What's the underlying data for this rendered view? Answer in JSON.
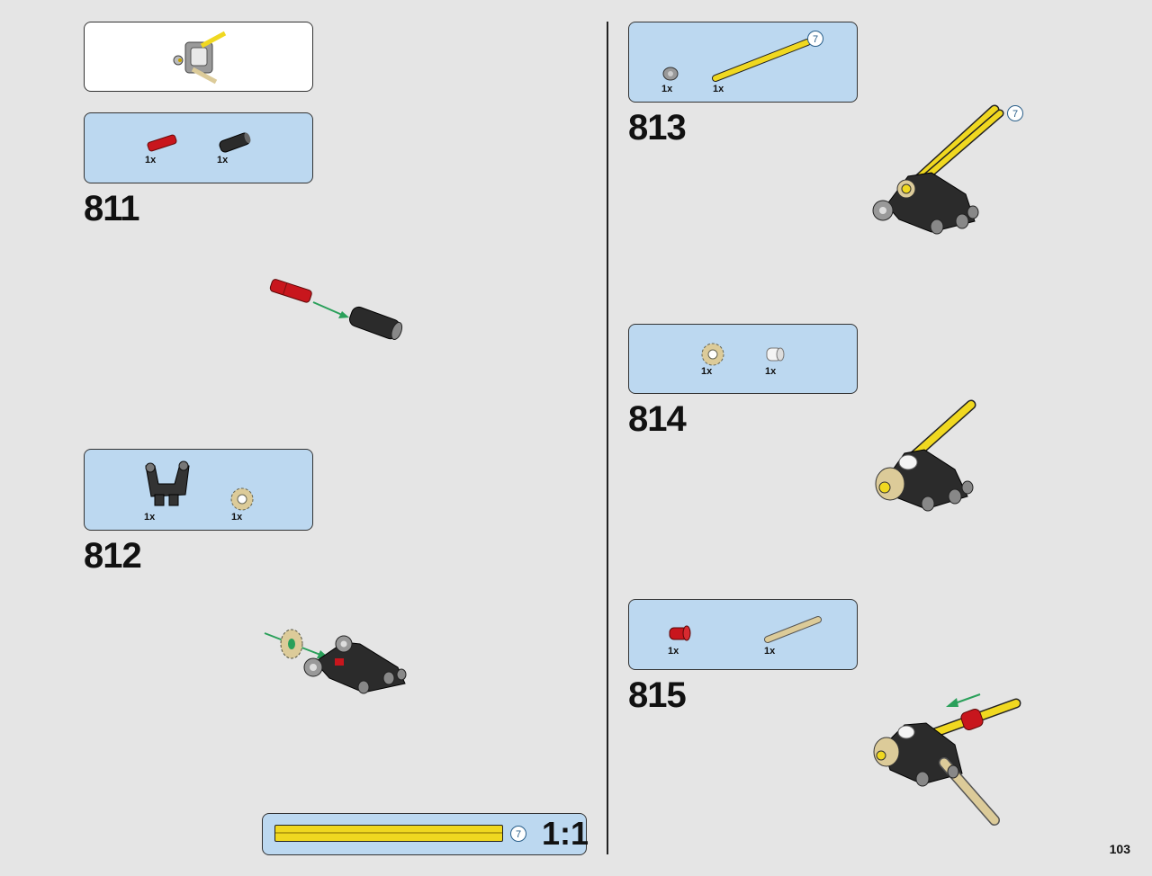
{
  "page": {
    "number": "103"
  },
  "steps": [
    {
      "id": "811",
      "number": "811",
      "parts": [
        {
          "qty": "1x",
          "part": "red-axle-pin"
        },
        {
          "qty": "1x",
          "part": "black-connector"
        }
      ]
    },
    {
      "id": "812",
      "number": "812",
      "parts": [
        {
          "qty": "1x",
          "part": "black-frame"
        },
        {
          "qty": "1x",
          "part": "tan-gear"
        }
      ]
    },
    {
      "id": "813",
      "number": "813",
      "parts": [
        {
          "qty": "1x",
          "part": "grey-bush"
        },
        {
          "qty": "1x",
          "part": "yellow-axle"
        }
      ],
      "axle_length": "7",
      "callout_length": "7"
    },
    {
      "id": "814",
      "number": "814",
      "parts": [
        {
          "qty": "1x",
          "part": "tan-gear"
        },
        {
          "qty": "1x",
          "part": "white-bush"
        }
      ]
    },
    {
      "id": "815",
      "number": "815",
      "parts": [
        {
          "qty": "1x",
          "part": "red-connector"
        },
        {
          "qty": "1x",
          "part": "tan-axle"
        }
      ]
    }
  ],
  "scale_reference": {
    "length": "7",
    "label": "1:1"
  },
  "colors": {
    "panel": "#bcd8f0",
    "yellow": "#f0d820",
    "red": "#c8161d",
    "black": "#2b2b2b",
    "tan": "#dccb99",
    "green_arrow": "#2aa05a"
  }
}
